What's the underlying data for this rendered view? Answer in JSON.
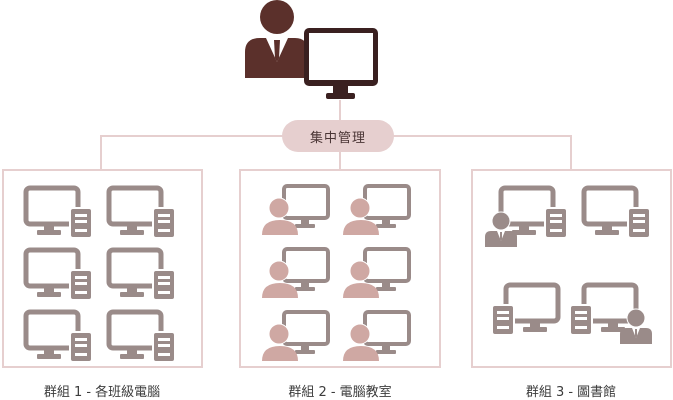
{
  "title": "集中管理",
  "colors": {
    "admin": "#5b302b",
    "monitor_dark": "#3a2020",
    "line": "#e6cfcf",
    "device": "#9a8b89",
    "student": "#cfa8a3"
  },
  "icons": {
    "admin": "admin-with-monitor-icon",
    "desktop": "desktop-pc-icon",
    "student": "student-at-monitor-icon",
    "staff": "staff-at-pc-icon"
  },
  "groups": [
    {
      "label": "群組 1 - 各班級電腦",
      "device_count": 6,
      "device_type": "desktop-pc"
    },
    {
      "label": "群組 2 - 電腦教室",
      "device_count": 6,
      "device_type": "student-monitor"
    },
    {
      "label": "群組 3 - 圖書館",
      "device_count": 4,
      "device_type": "library-pc"
    }
  ]
}
